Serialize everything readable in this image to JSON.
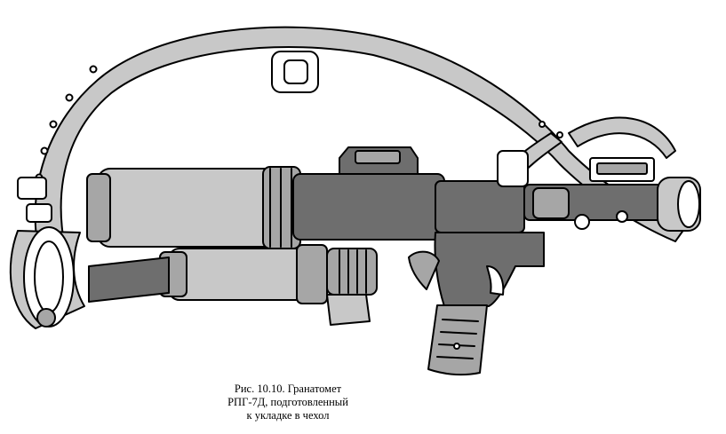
{
  "figure": {
    "caption_line1": "Рис. 10.10.  Гранатомет",
    "caption_line2": "РПГ-7Д, подготовленный",
    "caption_line3": "к укладке в чехол"
  },
  "colors": {
    "outline": "#000000",
    "light_gray": "#c8c8c8",
    "mid_gray": "#a6a6a6",
    "dark_gray": "#6e6e6e",
    "background": "#ffffff"
  },
  "icons": {
    "illustration": "rpg-7d-grenade-launcher-drawing"
  }
}
